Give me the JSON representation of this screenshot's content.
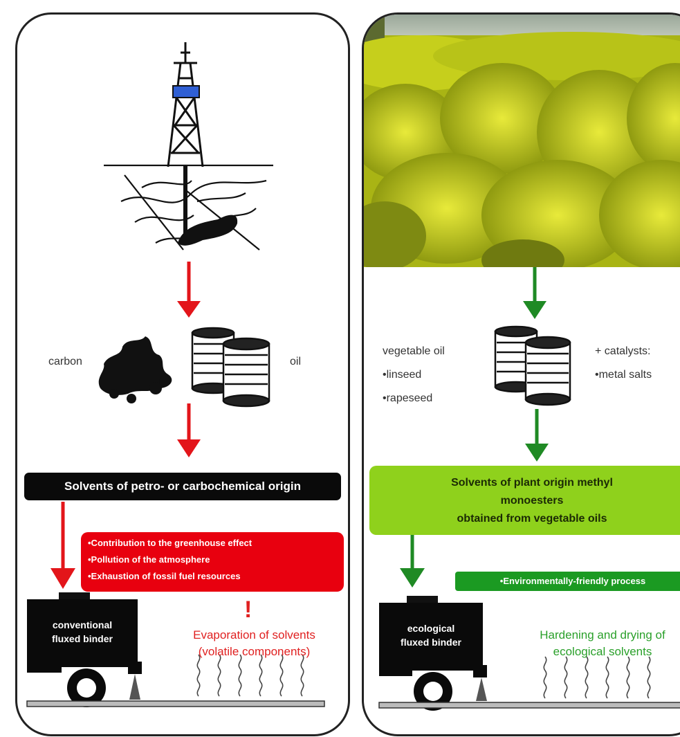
{
  "left": {
    "carbon_label": "carbon",
    "oil_label": "oil",
    "solvents_bar": "Solvents of petro- or carbochemical origin",
    "impacts": [
      "•Contribution to the greenhouse effect",
      "•Pollution of the atmosphere",
      "•Exhaustion of fossil fuel resources"
    ],
    "exclamation": "!",
    "truck_label": [
      "conventional",
      "fluxed binder"
    ],
    "evaporation": [
      "Evaporation of solvents",
      "(volatile components)"
    ]
  },
  "right": {
    "vegetable_oil": "vegetable oil",
    "oil_items": [
      "•linseed",
      "•rapeseed"
    ],
    "catalysts": "+ catalysts:",
    "catalyst_items": [
      "•metal salts"
    ],
    "solvents_bar": [
      "Solvents of plant origin methyl",
      "monoesters",
      "obtained from vegetable oils"
    ],
    "process_label": "•Environmentally-friendly process",
    "truck_label": [
      "ecological",
      "fluxed binder"
    ],
    "hardening": [
      "Hardening and drying of",
      "ecological solvents"
    ]
  },
  "colors": {
    "red_arrow": "#e3151a",
    "green_arrow": "#1f8a24",
    "red_box": "#e8000f",
    "green_bar": "#8fd11c",
    "green_tag": "#1b9a22",
    "field_yellow": "#c9d40f"
  },
  "icons": [
    "oil-derrick-icon",
    "coal-pile-icon",
    "oil-barrels-icon",
    "tanker-truck-icon",
    "spray-nozzle-icon",
    "vapor-wave-icon"
  ]
}
